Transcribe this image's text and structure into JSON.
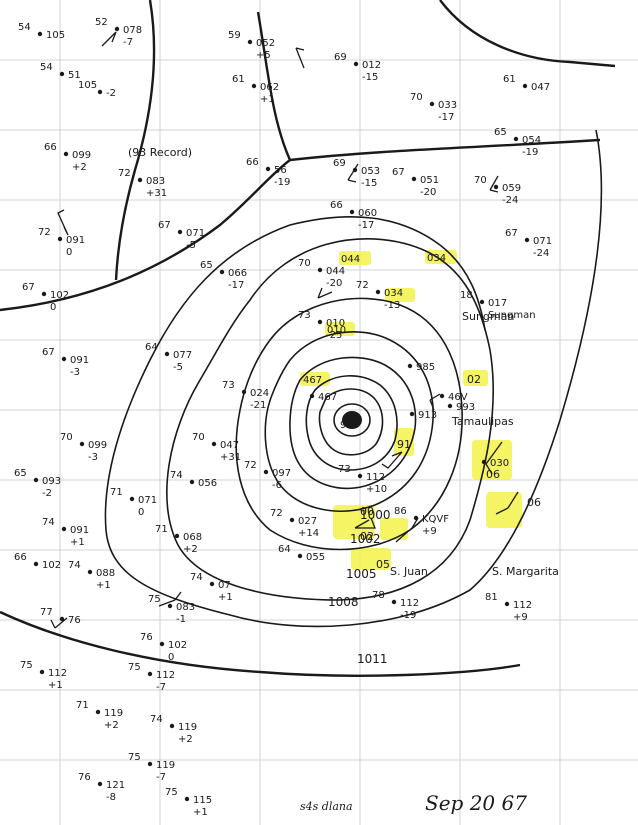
{
  "date_label": "Sep 20 67",
  "signature": "s4s dlana",
  "record_note": "(93 Record)",
  "isobars": [
    "1011",
    "1008",
    "1005",
    "1002",
    "1000"
  ],
  "stations": [
    {
      "id": "s01",
      "top": "54",
      "mid": "105",
      "bot": ""
    },
    {
      "id": "s02",
      "top": "52",
      "mid": "078",
      "bot": "-7"
    },
    {
      "id": "s03",
      "top": "54",
      "mid": "51",
      "bot": ""
    },
    {
      "id": "s04",
      "top": "105",
      "mid": "-2",
      "bot": ""
    },
    {
      "id": "s05",
      "top": "59",
      "mid": "052",
      "bot": "+5"
    },
    {
      "id": "s06",
      "top": "61",
      "mid": "062",
      "bot": "+1"
    },
    {
      "id": "s07",
      "top": "69",
      "mid": "012",
      "bot": "-15"
    },
    {
      "id": "s08",
      "top": "70",
      "mid": "033",
      "bot": "-17"
    },
    {
      "id": "s09",
      "top": "61",
      "mid": "047",
      "bot": ""
    },
    {
      "id": "s10",
      "top": "65",
      "mid": "054",
      "bot": "-19"
    },
    {
      "id": "s11",
      "top": "66",
      "mid": "099",
      "bot": "+2"
    },
    {
      "id": "s12",
      "top": "72",
      "mid": "083",
      "bot": "+31"
    },
    {
      "id": "s13",
      "top": "66",
      "mid": "56",
      "bot": "-19"
    },
    {
      "id": "s14",
      "top": "69",
      "mid": "053",
      "bot": "-15"
    },
    {
      "id": "s15",
      "top": "67",
      "mid": "051",
      "bot": "-20"
    },
    {
      "id": "s16",
      "top": "70",
      "mid": "059",
      "bot": "-24"
    },
    {
      "id": "s17",
      "top": "72",
      "mid": "091",
      "bot": "0"
    },
    {
      "id": "s18",
      "top": "67",
      "mid": "071",
      "bot": "-5"
    },
    {
      "id": "s19",
      "top": "66",
      "mid": "060",
      "bot": "-17"
    },
    {
      "id": "s20",
      "top": "67",
      "mid": "071",
      "bot": "-24"
    },
    {
      "id": "s21",
      "top": "67",
      "mid": "102",
      "bot": "0"
    },
    {
      "id": "s22",
      "top": "65",
      "mid": "066",
      "bot": "-17"
    },
    {
      "id": "s23",
      "top": "70",
      "mid": "044",
      "bot": "-20"
    },
    {
      "id": "s24",
      "top": "72",
      "mid": "034",
      "bot": "-13"
    },
    {
      "id": "s25",
      "top": "18",
      "mid": "017",
      "bot": "Sungman"
    },
    {
      "id": "s26",
      "top": "67",
      "mid": "091",
      "bot": "-3"
    },
    {
      "id": "s27",
      "top": "64",
      "mid": "077",
      "bot": "-5"
    },
    {
      "id": "s28",
      "top": "73",
      "mid": "010",
      "bot": "-25"
    },
    {
      "id": "s29",
      "top": "73",
      "mid": "024",
      "bot": "-21"
    },
    {
      "id": "s30",
      "top": "70",
      "mid": "047",
      "bot": "+31"
    },
    {
      "id": "s31",
      "top": "70",
      "mid": "099",
      "bot": "-3"
    },
    {
      "id": "s32",
      "top": "65",
      "mid": "093",
      "bot": "-2"
    },
    {
      "id": "s33",
      "top": "72",
      "mid": "097",
      "bot": "-6"
    },
    {
      "id": "s34",
      "top": "74",
      "mid": "056",
      "bot": ""
    },
    {
      "id": "s35",
      "top": "71",
      "mid": "071",
      "bot": "0"
    },
    {
      "id": "s36",
      "top": "73",
      "mid": "112",
      "bot": "+10"
    },
    {
      "id": "s37",
      "top": "74",
      "mid": "091",
      "bot": "+1"
    },
    {
      "id": "s38",
      "top": "71",
      "mid": "068",
      "bot": "+2"
    },
    {
      "id": "s39",
      "top": "72",
      "mid": "027",
      "bot": "+14"
    },
    {
      "id": "s40",
      "top": "64",
      "mid": "055",
      "bot": ""
    },
    {
      "id": "s41",
      "top": "66",
      "mid": "102",
      "bot": ""
    },
    {
      "id": "s42",
      "top": "74",
      "mid": "088",
      "bot": "+1"
    },
    {
      "id": "s43",
      "top": "74",
      "mid": "07",
      "bot": "+1"
    },
    {
      "id": "s44",
      "top": "75",
      "mid": "083",
      "bot": "-1"
    },
    {
      "id": "s45",
      "top": "76",
      "mid": "102",
      "bot": "0"
    },
    {
      "id": "s46",
      "top": "77",
      "mid": "76",
      "bot": ""
    },
    {
      "id": "s47",
      "top": "75",
      "mid": "112",
      "bot": "+1"
    },
    {
      "id": "s48",
      "top": "75",
      "mid": "112",
      "bot": "-7"
    },
    {
      "id": "s49",
      "top": "71",
      "mid": "119",
      "bot": "+2"
    },
    {
      "id": "s50",
      "top": "74",
      "mid": "119",
      "bot": "+2"
    },
    {
      "id": "s51",
      "top": "75",
      "mid": "119",
      "bot": "-7"
    },
    {
      "id": "s52",
      "top": "76",
      "mid": "121",
      "bot": "-8"
    },
    {
      "id": "s53",
      "top": "75",
      "mid": "115",
      "bot": "+1"
    },
    {
      "id": "s54",
      "top": "78",
      "mid": "112",
      "bot": "-19"
    },
    {
      "id": "s55",
      "top": "81",
      "mid": "112",
      "bot": "+9"
    },
    {
      "id": "s56",
      "top": "",
      "mid": "030",
      "bot": ""
    },
    {
      "id": "s57",
      "top": "",
      "mid": "985",
      "bot": ""
    },
    {
      "id": "s58",
      "top": "",
      "mid": "467",
      "bot": ""
    },
    {
      "id": "s59",
      "top": "",
      "mid": "913",
      "bot": ""
    },
    {
      "id": "s60",
      "top": "",
      "mid": "46V",
      "bot": ""
    },
    {
      "id": "s61",
      "top": "",
      "mid": "993",
      "bot": ""
    },
    {
      "id": "s62",
      "top": "86",
      "mid": "KQVF",
      "bot": "+9"
    }
  ],
  "place_labels": [
    "S. Juan",
    "S. Margarita",
    "Tamaulipas",
    "Sungman"
  ],
  "highlight_labels": [
    "044",
    "034",
    "010",
    "467",
    "02",
    "91",
    "06",
    "06",
    "00",
    "05",
    "02"
  ],
  "center_value": "968"
}
